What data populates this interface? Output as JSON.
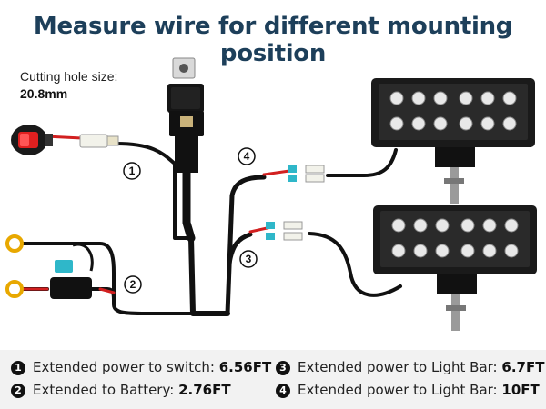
{
  "title": "Measure wire for different mounting position",
  "cutting_hole": {
    "label": "Cutting hole size:",
    "value": "20.8mm"
  },
  "callouts": [
    "1",
    "2",
    "3",
    "4"
  ],
  "legend": [
    {
      "num": "1",
      "text": "Extended power to switch:",
      "value": "6.56FT"
    },
    {
      "num": "2",
      "text": "Extended to Battery:",
      "value": "2.76FT"
    },
    {
      "num": "3",
      "text": "Extended power to Light Bar:",
      "value": "6.7FT"
    },
    {
      "num": "4",
      "text": "Extended power to Light Bar:",
      "value": "10FT"
    }
  ],
  "colors": {
    "title": "#1d3f5a",
    "wire": "#111111",
    "red_wire": "#d22020",
    "terminal": "#e8a800",
    "fuse": "#2fb7c9",
    "switch": "#e02020"
  }
}
